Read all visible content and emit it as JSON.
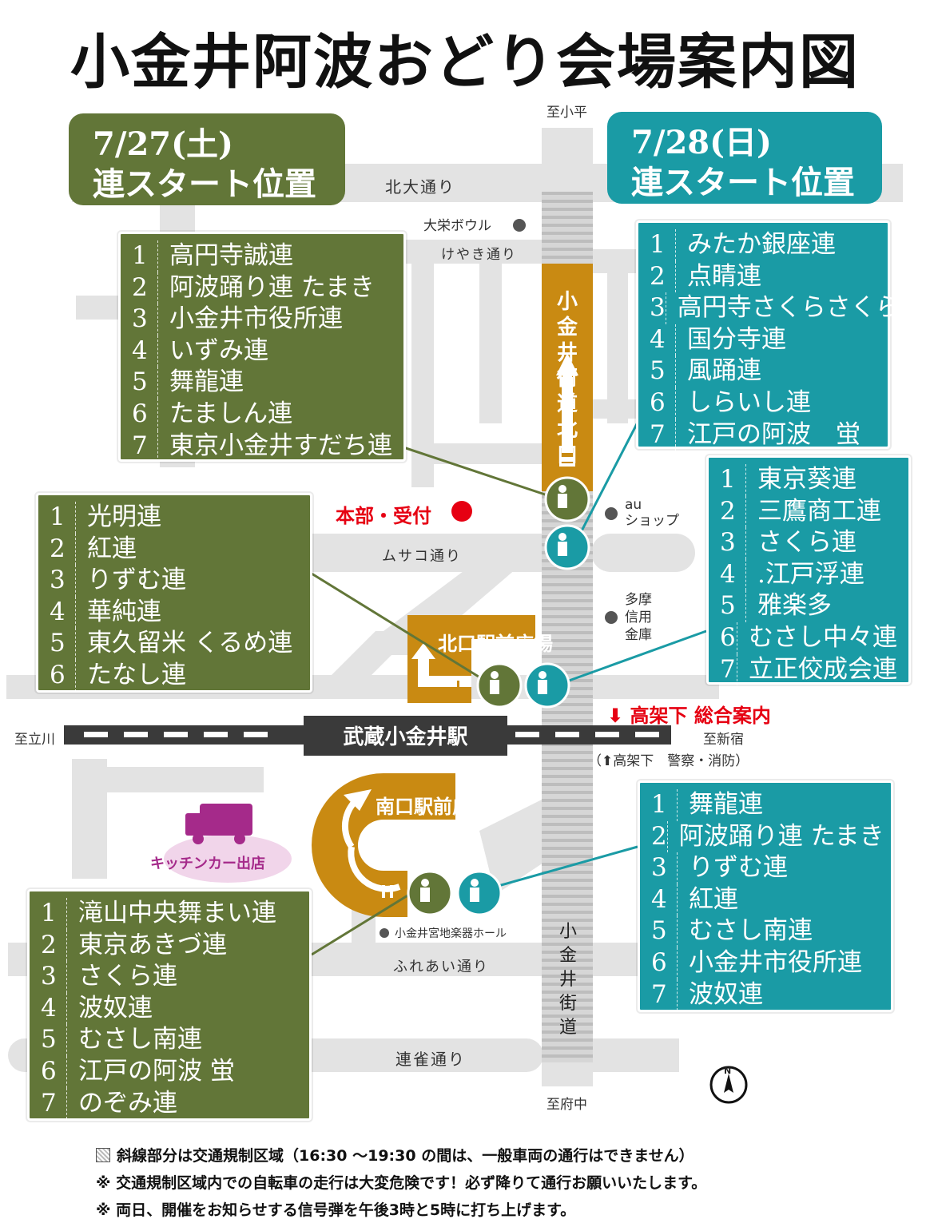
{
  "title": "小金井阿波おどり会場案内図",
  "day1": {
    "header": [
      "7/27(土)",
      "連スタート位置"
    ],
    "groups": [
      {
        "items": [
          "高円寺誠連",
          "阿波踊り連 たまき",
          "小金井市役所連",
          "いずみ連",
          "舞龍連",
          "たましん連",
          "東京小金井すだち連"
        ]
      },
      {
        "items": [
          "光明連",
          "紅連",
          "りずむ連",
          "華純連",
          "東久留米 くるめ連",
          "たなし連"
        ]
      },
      {
        "items": [
          "滝山中央舞まい連",
          "東京あきづ連",
          "さくら連",
          "波奴連",
          "むさし南連",
          "江戸の阿波 蛍",
          "のぞみ連"
        ]
      }
    ]
  },
  "day2": {
    "header": [
      "7/28(日)",
      "連スタート位置"
    ],
    "groups": [
      {
        "items": [
          "みたか銀座連",
          "点睛連",
          "高円寺さくらさくら",
          "国分寺連",
          "風踊連",
          "しらいし連",
          "江戸の阿波　蛍"
        ]
      },
      {
        "items": [
          "東京葵連",
          "三鷹商工連",
          "さくら連",
          ".江戸浮連",
          "雅楽多",
          "むさし中々連",
          "立正佼成会連"
        ]
      },
      {
        "items": [
          "舞龍連",
          "阿波踊り連 たまき",
          "りずむ連",
          "紅連",
          "むさし南連",
          "小金井市役所連",
          "波奴連"
        ]
      }
    ]
  },
  "map": {
    "to_kodaira": "至小平",
    "to_fuchu": "至府中",
    "to_tachikawa": "至立川",
    "to_shinjuku": "至新宿",
    "kitaodori": "北大通り",
    "keyaki": "けやき通り",
    "musako": "ムサコ通り",
    "fureai": "ふれあい通り",
    "renjaku": "連雀通り",
    "bowl": "大栄ボウル",
    "au": [
      "au",
      "ショップ"
    ],
    "tama": [
      "多摩",
      "信用",
      "金庫"
    ],
    "hall": "小金井宮地楽器ホール",
    "station": "武蔵小金井駅",
    "honbu": "本部・受付",
    "kitaguchi_route": [
      "小",
      "金",
      "井",
      "街",
      "道",
      "北",
      "口"
    ],
    "kitaguchi_plaza": "北口駅前広場",
    "minamiguchi_plaza": "南口駅前広場",
    "koukashita_info": "高架下 総合案内",
    "koukashita_police": "（⬆高架下　警察・消防）",
    "koganei_kaido": [
      "小",
      "金",
      "井",
      "街",
      "道"
    ],
    "kitchen": "キッチンカー出店",
    "north": "N"
  },
  "notes": [
    "斜線部分は交通規制区域（16:30 〜19:30 の間は、一般車両の通行はできません）",
    "※ 交通規制区域内での自転車の走行は大変危険です！必ず降りて通行お願いいたします。",
    "※ 両日、開催をお知らせする信号弾を午後3時と5時に打ち上げます。"
  ],
  "colors": {
    "green": "#627638",
    "teal": "#1a9ba5",
    "orange": "#c98a12",
    "red": "#e60012",
    "road": "#e3e3e3",
    "purple": "#a52a8a"
  }
}
